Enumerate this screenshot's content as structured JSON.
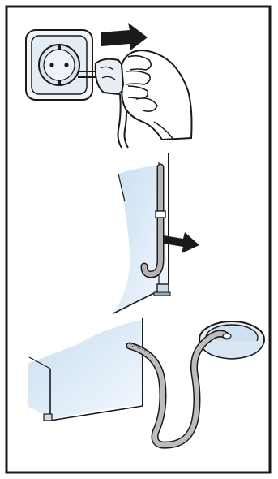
{
  "figure": {
    "panels": [
      {
        "name": "unplug-panel",
        "icon": "hand-unplugging-power-plug"
      },
      {
        "name": "hose-release-panel",
        "icon": "drain-hose-clip-release"
      },
      {
        "name": "drain-panel",
        "icon": "hose-draining-into-basin"
      }
    ],
    "colors": {
      "frame": "#1a1a1a",
      "outline": "#1a1a1a",
      "panel_fill": "#dcebf8",
      "panel_fill_light": "#edf5fc",
      "hose": "#a9a9a9",
      "arrow": "#1a1a1a",
      "socket_fill": "#e7eef6"
    }
  }
}
